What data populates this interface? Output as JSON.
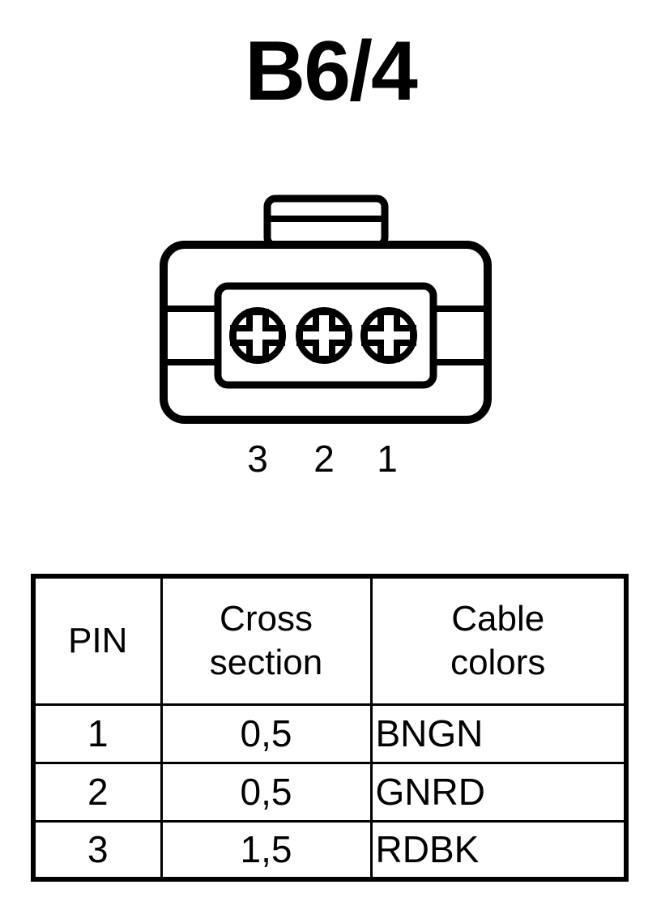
{
  "title": "B6/4",
  "connector": {
    "name": "3-way-connector-front-view",
    "cavity_count": 3,
    "pin_labels": [
      "3",
      "2",
      "1"
    ],
    "line_color": "#000000",
    "fill_color": "#ffffff"
  },
  "table": {
    "headers": {
      "pin": "PIN",
      "cross_section_line1": "Cross",
      "cross_section_line2": "section",
      "cable_colors_line1": "Cable",
      "cable_colors_line2": "colors"
    },
    "rows": [
      {
        "pin": "1",
        "cross_section": "0,5",
        "cable_colors": "BNGN"
      },
      {
        "pin": "2",
        "cross_section": "0,5",
        "cable_colors": "GNRD"
      },
      {
        "pin": "3",
        "cross_section": "1,5",
        "cable_colors": "RDBK"
      }
    ]
  }
}
